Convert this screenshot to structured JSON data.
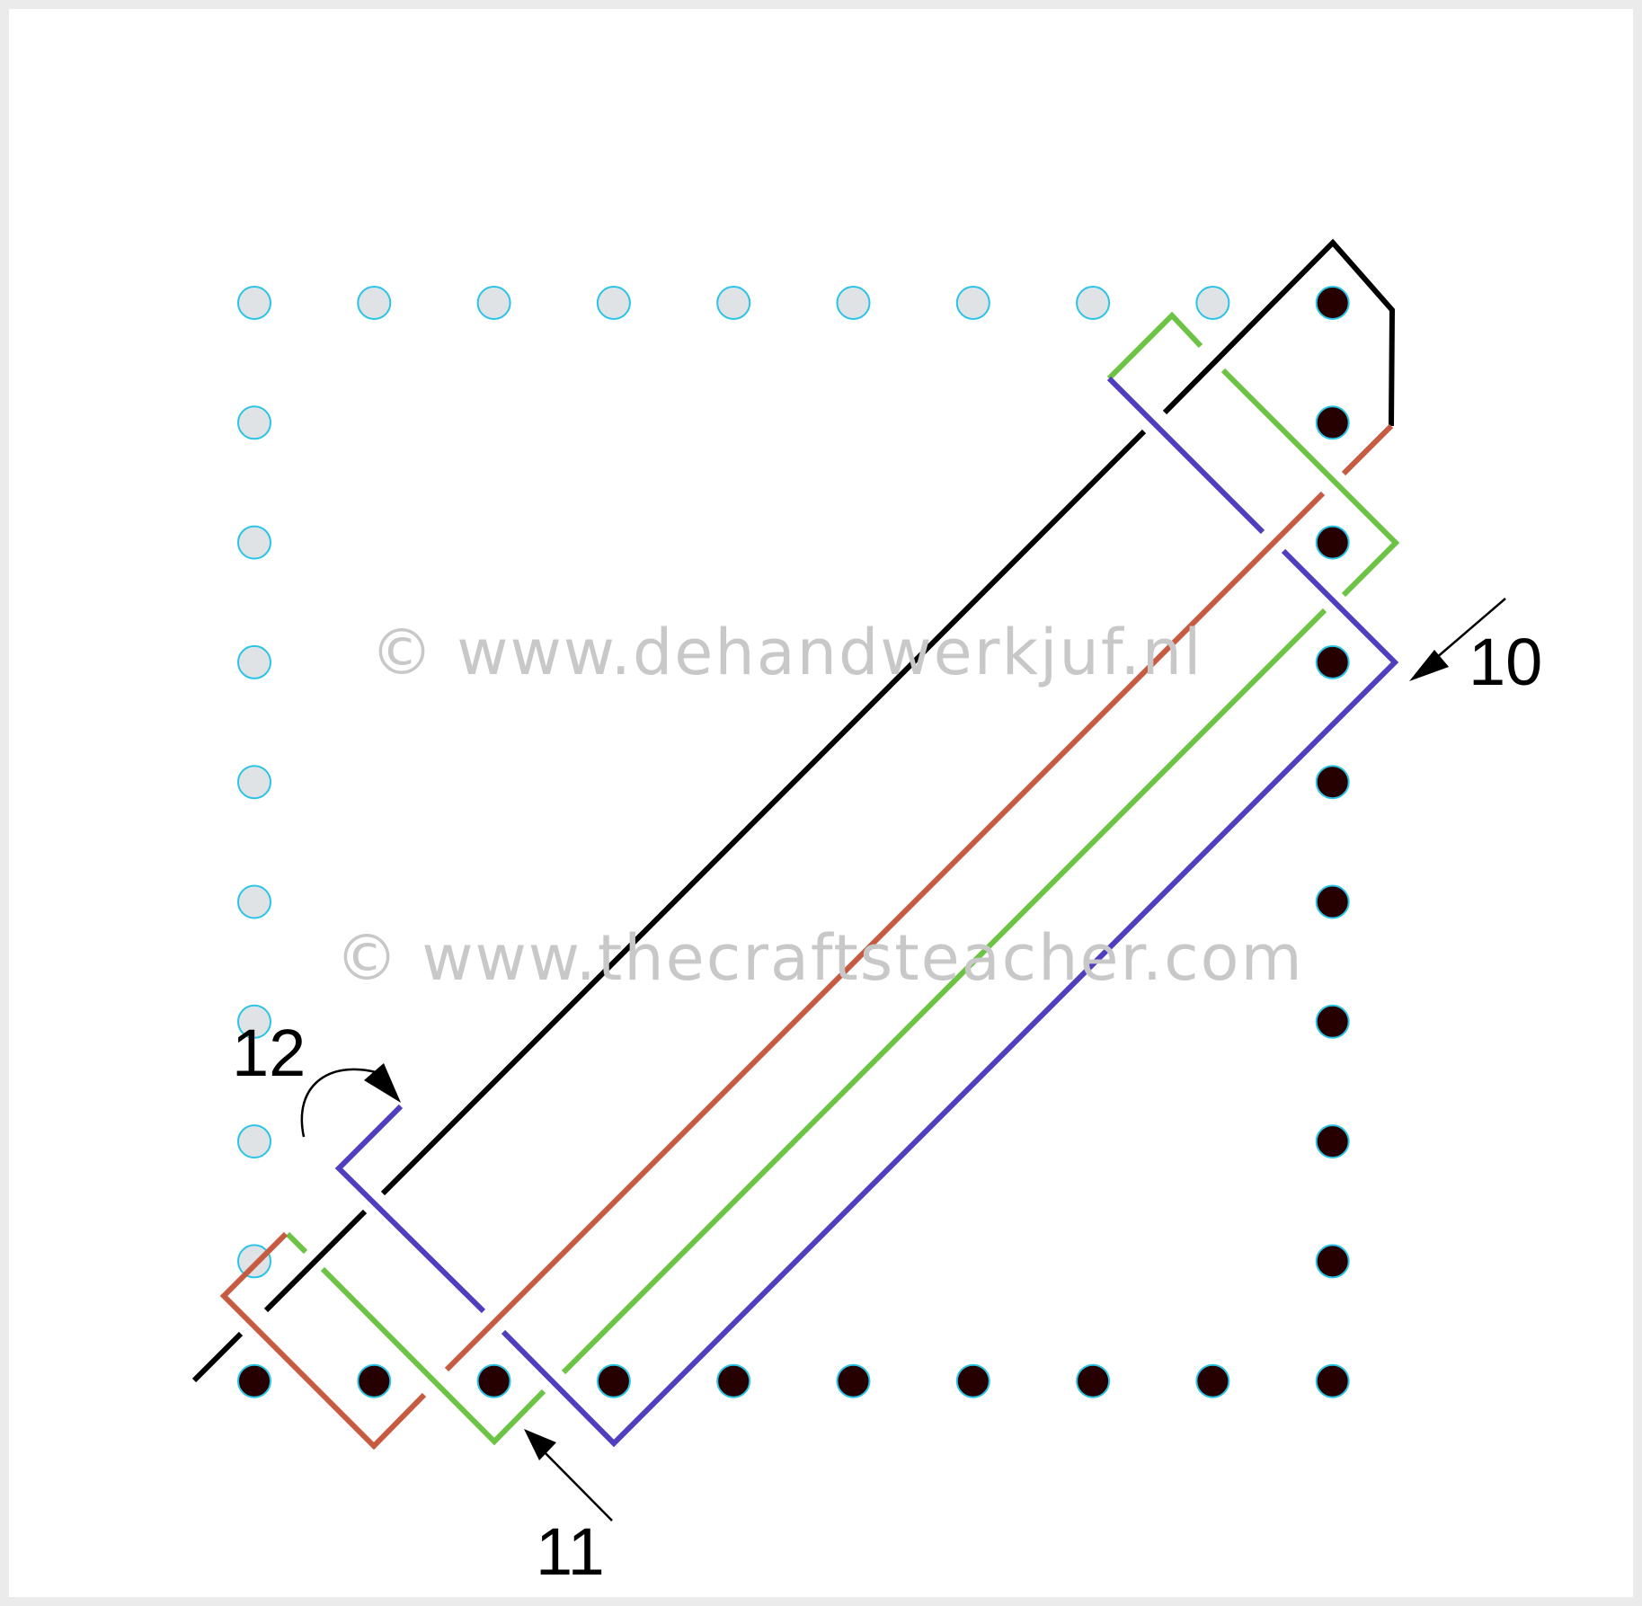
{
  "watermarks": {
    "site_nl": "© www.dehandwerkjuf.nl",
    "site_en": "© www.thecraftsteacher.com"
  },
  "labels": {
    "step_10": "10",
    "step_11": "11",
    "step_12": "12"
  },
  "colors": {
    "background": "#ebebeb",
    "canvas": "#ffffff",
    "hole_empty_fill": "#e0e3e6",
    "hole_used_fill": "#260000",
    "hole_outline": "#29c4e6",
    "thread_black": "#000000",
    "thread_green": "#6cc344",
    "thread_blue": "#4f3fbf",
    "thread_red": "#c65b42",
    "watermark": "#c8c8c8"
  },
  "grid": {
    "rows": 10,
    "columns": 10,
    "empty_holes_top_row": 9,
    "empty_holes_left_column": 9,
    "used_holes_right_column": 10,
    "used_holes_bottom_row": 10
  }
}
